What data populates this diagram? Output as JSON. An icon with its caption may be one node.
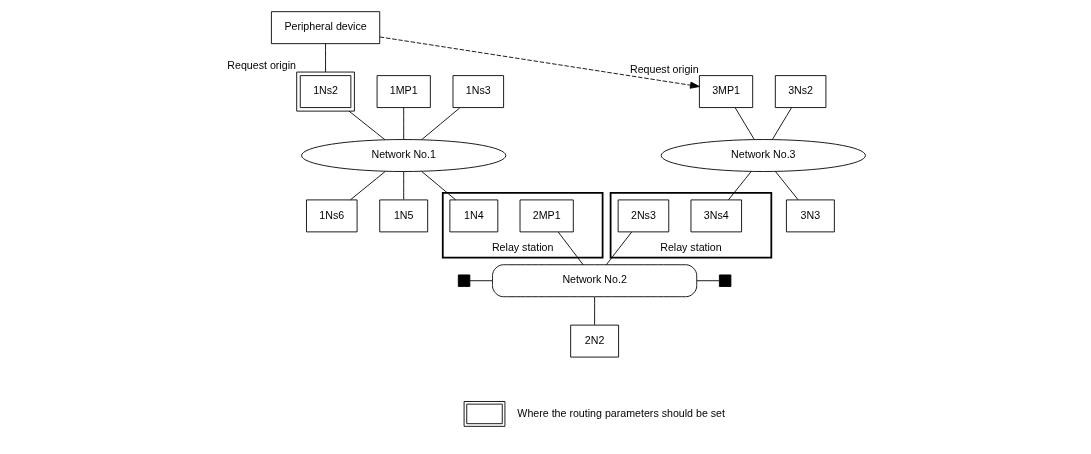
{
  "diagram": {
    "nodes": [
      {
        "text": [
          "Peripheral device"
        ]
      },
      {
        "text": [
          "Network No.1"
        ]
      },
      {
        "text": [
          "1MP1"
        ]
      },
      {
        "text": [
          "1Ns2"
        ],
        "beside": [
          "Request origin"
        ]
      },
      {
        "text": [
          "1Ns3"
        ]
      },
      {
        "text": [
          "1Ns6"
        ]
      },
      {
        "text": [
          "1N5"
        ]
      },
      {
        "text": [
          "Relay station"
        ]
      },
      {
        "text": [
          "1N4"
        ],
        "in": 7
      },
      {
        "text": [
          "2MP1"
        ],
        "in": 7
      },
      {
        "text": [
          "Network No.2"
        ]
      },
      {
        "text": [
          "2N2"
        ]
      },
      {
        "text": [
          "Network No.3"
        ]
      },
      {
        "text": [
          "3MP1"
        ],
        "beside": [
          "Request origin"
        ]
      },
      {
        "text": [
          "3Ns2"
        ]
      },
      {
        "text": [
          "Relay station"
        ]
      },
      {
        "text": [
          "2Ns3"
        ],
        "in": 15
      },
      {
        "text": [
          "3Ns4"
        ],
        "in": 15
      },
      {
        "text": [
          "3N3"
        ]
      },
      {
        "text": [],
        "shape": "box"
      },
      {
        "text": [],
        "shape": "box"
      }
    ],
    "edges": [
      {
        "from": 0,
        "to": 3,
        "arrow": "none"
      },
      {
        "from": 2,
        "to": 1,
        "arrow": "none"
      },
      {
        "from": 3,
        "to": 1,
        "arrow": "none"
      },
      {
        "from": 4,
        "to": 1,
        "arrow": "none"
      },
      {
        "from": 1,
        "to": 5,
        "arrow": "none"
      },
      {
        "from": 1,
        "to": 6,
        "arrow": "none"
      },
      {
        "from": 1,
        "to": 8,
        "arrow": "none"
      },
      {
        "from": 9,
        "to": 10,
        "arrow": "none"
      },
      {
        "from": 10,
        "to": 11,
        "arrow": "none"
      },
      {
        "from": 16,
        "to": 10,
        "arrow": "none"
      },
      {
        "from": 19,
        "to": 10,
        "arrow": "none"
      },
      {
        "from": 10,
        "to": 20,
        "arrow": "none"
      },
      {
        "from": 13,
        "to": 12,
        "arrow": "none"
      },
      {
        "from": 14,
        "to": 12,
        "arrow": "none"
      },
      {
        "from": 12,
        "to": 17,
        "arrow": "none"
      },
      {
        "from": 12,
        "to": 18,
        "arrow": "none"
      },
      {
        "from": 0,
        "to": 13,
        "arrow": "to",
        "style": "dashed"
      }
    ],
    "legend": [
      {
        "text": "Where the routing parameters should be set"
      }
    ]
  }
}
